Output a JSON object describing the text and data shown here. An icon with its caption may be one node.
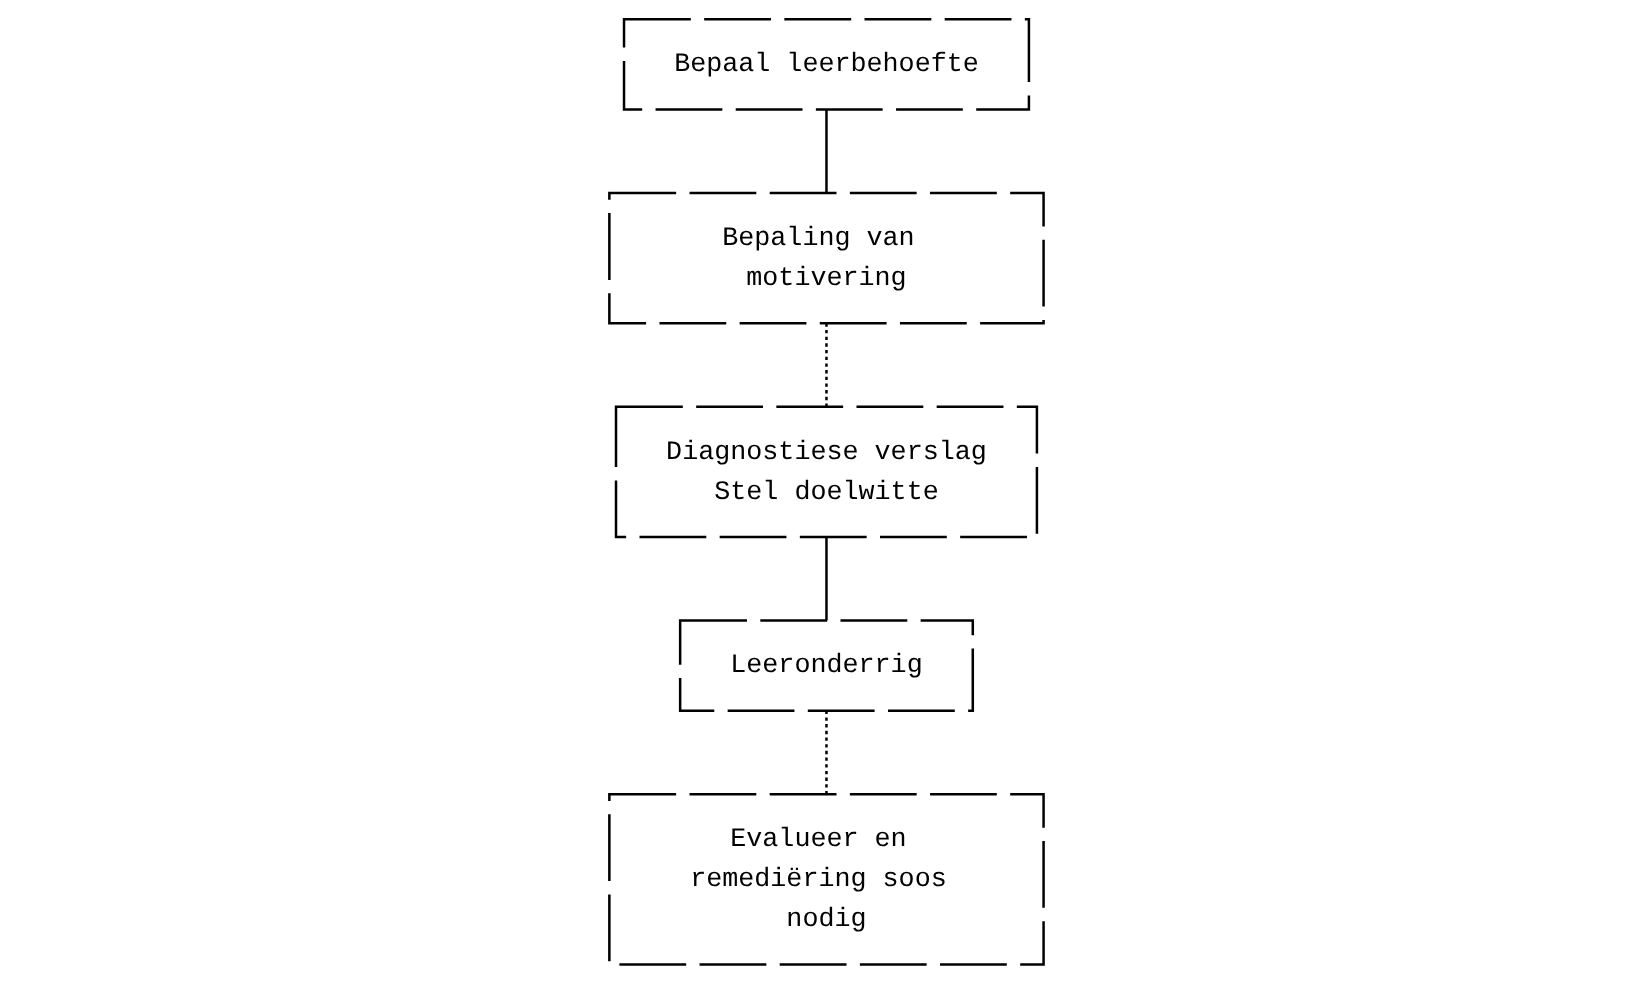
{
  "diagram": {
    "nodes": [
      {
        "text": [
          "Bepaal leerbehoefte"
        ]
      },
      {
        "text": [
          "Bepaling van motivering"
        ]
      },
      {
        "text": [
          "Leeronderrig"
        ]
      },
      {
        "text": [
          "Diagnostiese verslag",
          "Stel doelwitte"
        ]
      },
      {
        "text": [
          "Evalueer en remediëring soos nodig"
        ]
      }
    ],
    "edges": [
      {
        "from": 0,
        "to": 1,
        "arrow": "none"
      },
      {
        "from": 1,
        "to": 3,
        "arrow": "none",
        "style": "dashed"
      },
      {
        "from": 3,
        "to": 2,
        "arrow": "none"
      },
      {
        "from": 2,
        "to": 4,
        "arrow": "none",
        "style": "dashed"
      }
    ]
  }
}
